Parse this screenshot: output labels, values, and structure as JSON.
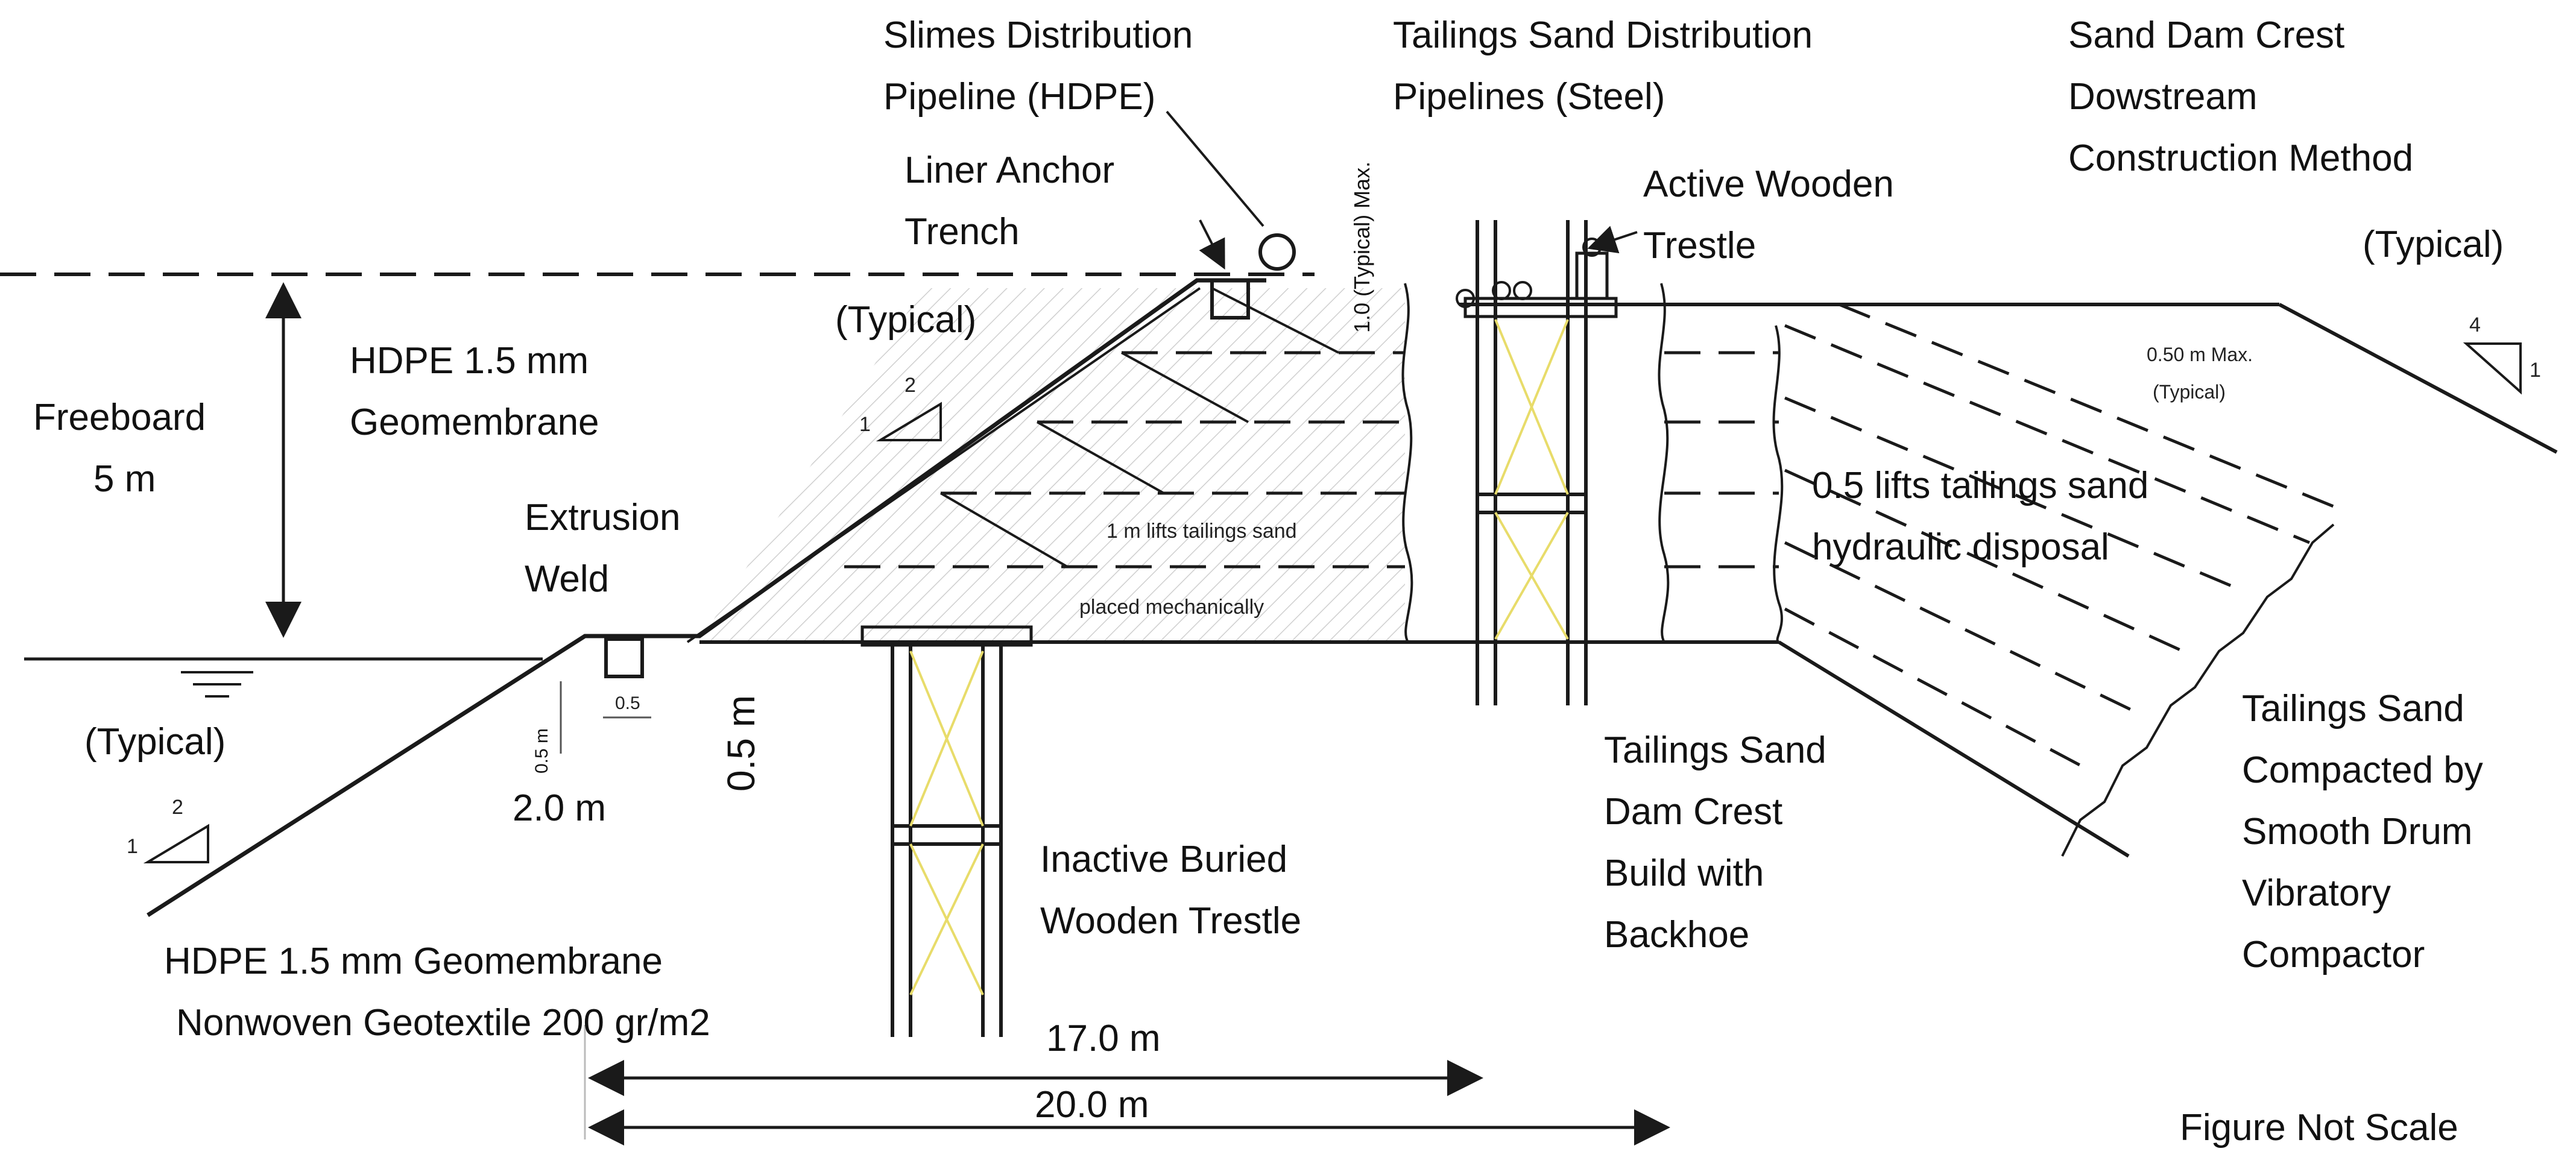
{
  "labels": {
    "slimes": [
      "Slimes Distribution",
      "Pipeline (HDPE)"
    ],
    "liner_anchor": [
      "Liner Anchor",
      "Trench"
    ],
    "tailings_dist": [
      "Tailings Sand Distribution",
      "Pipelines (Steel)"
    ],
    "sand_dam_crest": [
      "Sand Dam Crest",
      "Dowstream",
      "Construction Method"
    ],
    "active_trestle": [
      "Active Wooden",
      "Trestle"
    ],
    "typical_top_right": "(Typical)",
    "typical_mid": "(Typical)",
    "typical_left": "(Typical)",
    "hdpe_geomembrane": [
      "HDPE  1.5 mm",
      "Geomembrane"
    ],
    "freeboard": [
      "Freeboard",
      "5 m"
    ],
    "extrusion_weld": [
      "Extrusion",
      "Weld"
    ],
    "lifts_hydraulic": [
      "0.5 lifts tailings sand",
      "hydraulic disposal"
    ],
    "lifts_mechanical_1": "1 m lifts tailings sand",
    "lifts_mechanical_2": "placed mechanically",
    "max_top": "0.50 m  Max.",
    "max_top_2": "(Typical)",
    "vertical_max": "1.0  (Typical)  Max.",
    "dim_half_vertical": "0.5 m",
    "dim_small_vertical": "0.5 m",
    "dim_small_horizontal": "0.5",
    "dim_two": "2.0 m",
    "inactive_trestle": [
      "Inactive Buried",
      "Wooden Trestle"
    ],
    "backhoe": [
      "Tailings Sand",
      "Dam Crest",
      "Build with",
      "Backhoe"
    ],
    "compacted": [
      "Tailings Sand",
      "Compacted by",
      "Smooth Drum",
      "Vibratory",
      "Compactor"
    ],
    "geomembrane_bottom": [
      "HDPE 1.5 mm Geomembrane",
      "Nonwoven Geotextile 200 gr/m2"
    ],
    "dim_17": "17.0 m",
    "dim_20": "20.0 m",
    "figure_note": "Figure Not Scale",
    "slope_left_run": "2",
    "slope_left_rise": "1",
    "slope_mid_run": "2",
    "slope_mid_rise": "1",
    "slope_right_run": "4",
    "slope_right_rise": "1"
  },
  "colors": {
    "line": "#1a1a1a",
    "hatch": "#9a9a9a",
    "trestle_brace": "#e8dc6a"
  }
}
